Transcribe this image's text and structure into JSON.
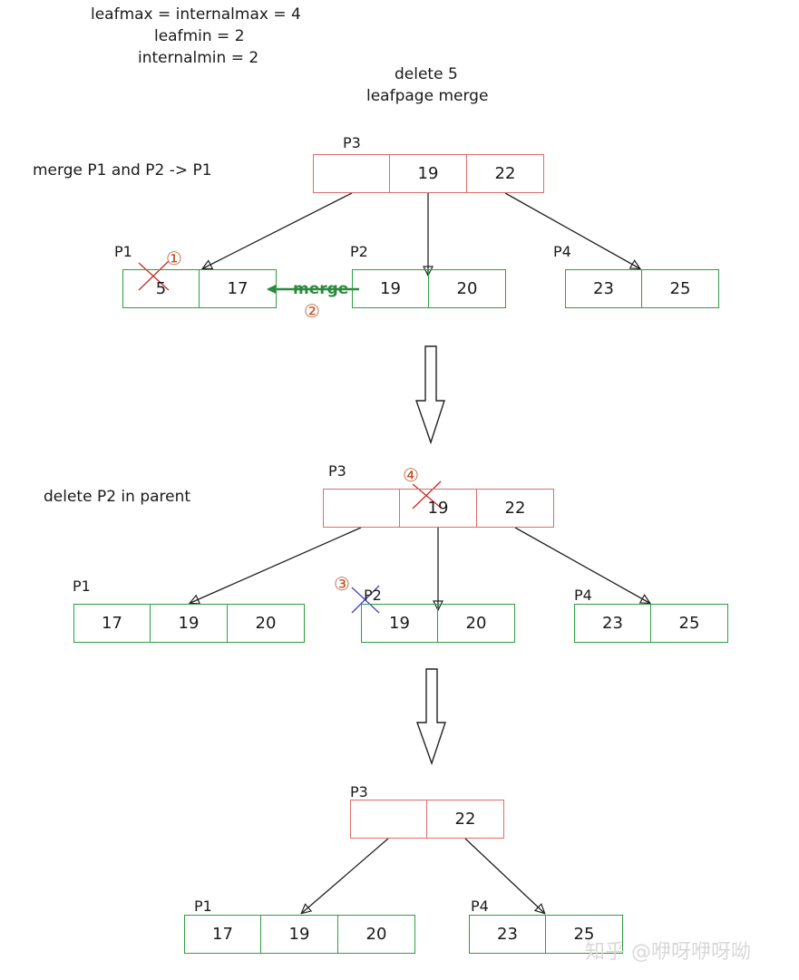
{
  "header": {
    "line1": "leafmax = internalmax = 4",
    "line2": "leafmin = 2",
    "line3": "internalmin = 2",
    "title1": "delete 5",
    "title2": "leafpage merge"
  },
  "step1": {
    "note": "merge P1 and P2 -> P1",
    "p3_label": "P3",
    "p3_cells": [
      "",
      "19",
      "22"
    ],
    "p1_label": "P1",
    "p1_cells": [
      "5",
      "17"
    ],
    "p2_label": "P2",
    "p2_cells": [
      "19",
      "20"
    ],
    "p4_label": "P4",
    "p4_cells": [
      "23",
      "25"
    ],
    "mark1": "①",
    "merge_label": "merge",
    "mark2": "②"
  },
  "step2": {
    "note": "delete P2 in parent",
    "p3_label": "P3",
    "p3_cells": [
      "",
      "19",
      "22"
    ],
    "p1_label": "P1",
    "p1_cells": [
      "17",
      "19",
      "20"
    ],
    "p2_label": "P2",
    "p2_cells": [
      "19",
      "20"
    ],
    "p4_label": "P4",
    "p4_cells": [
      "23",
      "25"
    ],
    "mark3": "③",
    "mark4": "④"
  },
  "step3": {
    "p3_label": "P3",
    "p3_cells": [
      "",
      "22"
    ],
    "p1_label": "P1",
    "p1_cells": [
      "17",
      "19",
      "20"
    ],
    "p4_label": "P4",
    "p4_cells": [
      "23",
      "25"
    ]
  },
  "watermark": "知乎 @咿呀咿呀呦",
  "colors": {
    "leaf_border": "#2f9e44",
    "internal_border": "#e06c6c",
    "merge_arrow": "#2b8a3e",
    "cross_red": "#c92a2a",
    "cross_purple": "#4c3fc2",
    "circled_number": "#c0532b"
  }
}
